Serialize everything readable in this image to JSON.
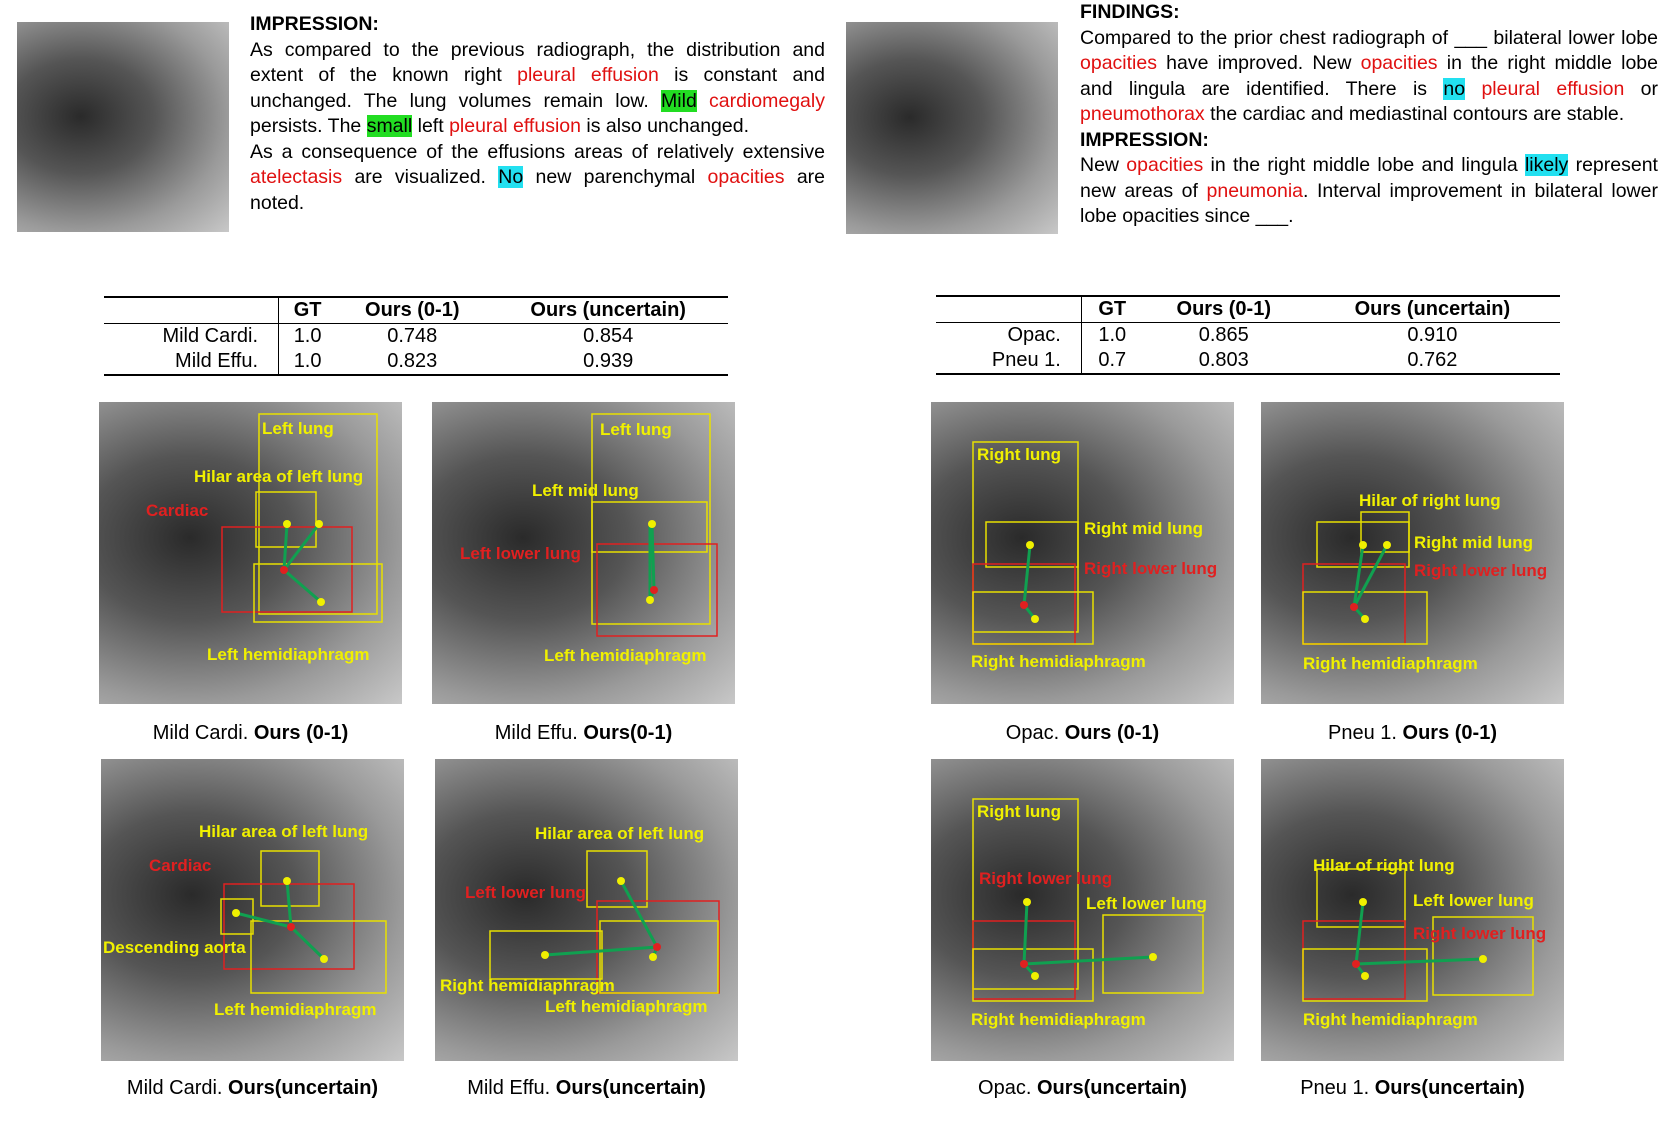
{
  "report_left": {
    "heading": "IMPRESSION:",
    "p1": [
      {
        "t": "As compared to the previous radiograph, the distribution and extent of the known right "
      },
      {
        "t": "pleural effusion",
        "c": "red"
      },
      {
        "t": " is constant and unchanged. The lung volumes remain low. "
      },
      {
        "t": "Mild",
        "c": "hl-green"
      },
      {
        "t": " "
      },
      {
        "t": "cardiomegaly",
        "c": "red"
      },
      {
        "t": " persists. The "
      },
      {
        "t": "small",
        "c": "hl-green"
      },
      {
        "t": " left "
      },
      {
        "t": "pleural effusion",
        "c": "red"
      },
      {
        "t": " is also unchanged."
      }
    ],
    "p2": [
      {
        "t": "As a consequence of the effusions areas of relatively extensive "
      },
      {
        "t": "atelectasis",
        "c": "red"
      },
      {
        "t": " are visualized. "
      },
      {
        "t": "No",
        "c": "hl-cyan"
      },
      {
        "t": " new parenchymal "
      },
      {
        "t": "opacities",
        "c": "red"
      },
      {
        "t": " are noted."
      }
    ]
  },
  "report_right": {
    "heading1": "FINDINGS:",
    "p1": [
      {
        "t": "Compared to the prior chest radiograph of ___ bilateral lower lobe "
      },
      {
        "t": "opacities",
        "c": "red"
      },
      {
        "t": " have improved. New "
      },
      {
        "t": "opacities",
        "c": "red"
      },
      {
        "t": " in the right middle lobe and lingula are identified. There is "
      },
      {
        "t": "no",
        "c": "hl-cyan"
      },
      {
        "t": " "
      },
      {
        "t": "pleural effusion",
        "c": "red"
      },
      {
        "t": " or "
      },
      {
        "t": "pneumothorax",
        "c": "red"
      },
      {
        "t": " the cardiac and mediastinal contours are stable."
      }
    ],
    "heading2": "IMPRESSION:",
    "p2": [
      {
        "t": "New "
      },
      {
        "t": "opacities",
        "c": "red"
      },
      {
        "t": " in the right middle lobe and lingula "
      },
      {
        "t": "likely",
        "c": "hl-cyan"
      },
      {
        "t": " represent new areas of "
      },
      {
        "t": "pneumonia",
        "c": "red"
      },
      {
        "t": ". Interval improvement in bilateral lower lobe opacities since ___."
      }
    ]
  },
  "table_left": {
    "headers": [
      "",
      "GT",
      "Ours (0-1)",
      "Ours (uncertain)"
    ],
    "rows": [
      [
        "Mild Cardi.",
        "1.0",
        "0.748",
        "0.854"
      ],
      [
        "Mild Effu.",
        "1.0",
        "0.823",
        "0.939"
      ]
    ]
  },
  "table_right": {
    "headers": [
      "",
      "GT",
      "Ours (0-1)",
      "Ours (uncertain)"
    ],
    "rows": [
      [
        "Opac.",
        "1.0",
        "0.865",
        "0.910"
      ],
      [
        "Pneu 1.",
        "0.7",
        "0.803",
        "0.762"
      ]
    ]
  },
  "captions": [
    {
      "pre": "Mild Cardi. ",
      "bold": "Ours (0-1)"
    },
    {
      "pre": "Mild Effu. ",
      "bold": "Ours(0-1)"
    },
    {
      "pre": "Opac. ",
      "bold": "Ours (0-1)"
    },
    {
      "pre": "Pneu 1. ",
      "bold": "Ours (0-1)"
    },
    {
      "pre": "Mild Cardi. ",
      "bold": "Ours(uncertain)"
    },
    {
      "pre": "Mild Effu. ",
      "bold": "Ours(uncertain)"
    },
    {
      "pre": "Opac. ",
      "bold": "Ours(uncertain)"
    },
    {
      "pre": "Pneu 1. ",
      "bold": "Ours(uncertain)"
    }
  ],
  "panel_labels": {
    "a": {
      "left_lung": "Left lung",
      "hilar": "Hilar area of left lung",
      "cardiac": "Cardiac",
      "hemi": "Left hemidiaphragm"
    },
    "b": {
      "left_lung": "Left lung",
      "mid": "Left mid lung",
      "lower": "Left lower lung",
      "hemi": "Left hemidiaphragm"
    },
    "c": {
      "right_lung": "Right lung",
      "mid": "Right mid lung",
      "lower": "Right lower lung",
      "hemi": "Right hemidiaphragm"
    },
    "d": {
      "hilar": "Hilar of right lung",
      "mid": "Right mid lung",
      "lower": "Right lower lung",
      "hemi": "Right hemidiaphragm"
    },
    "e": {
      "hilar": "Hilar area of left lung",
      "cardiac": "Cardiac",
      "aorta": "Descending aorta",
      "hemi": "Left hemidiaphragm"
    },
    "f": {
      "hilar": "Hilar area of left lung",
      "lower": "Left lower lung",
      "rhemi": "Right hemidiaphragm",
      "lhemi": "Left hemidiaphragm"
    },
    "g": {
      "right_lung": "Right lung",
      "rlower": "Right lower lung",
      "llower": "Left lower lung",
      "hemi": "Right hemidiaphragm"
    },
    "h": {
      "hilar": "Hilar of right lung",
      "llower": "Left lower lung",
      "rlower": "Right lower lung",
      "hemi": "Right hemidiaphragm"
    }
  }
}
